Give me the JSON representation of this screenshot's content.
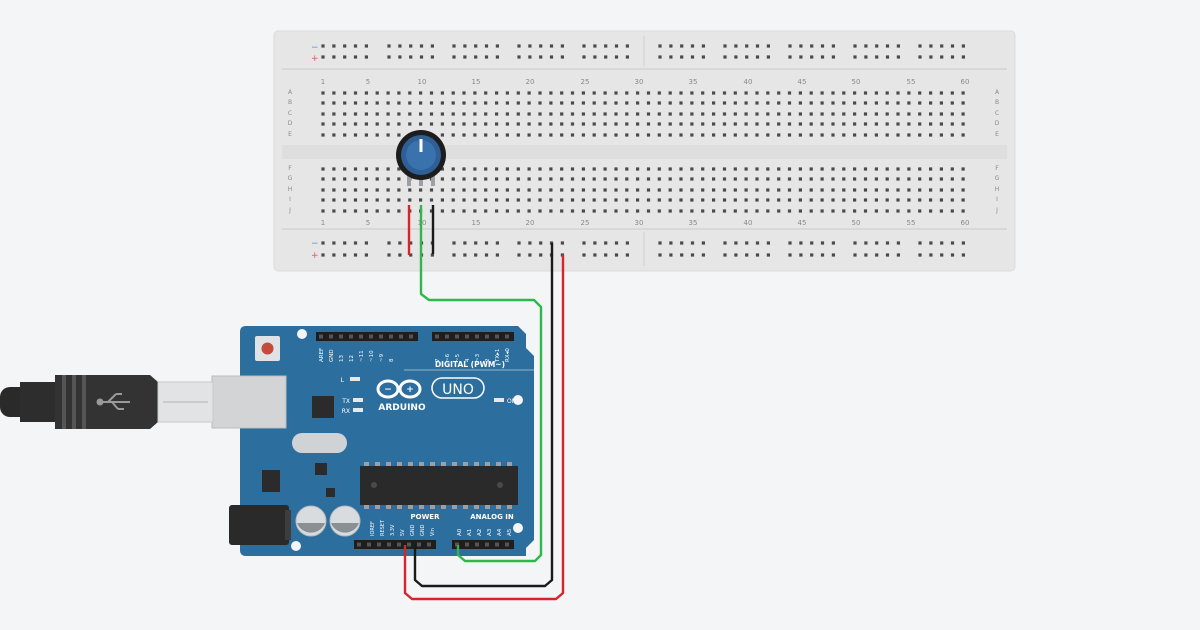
{
  "breadboard": {
    "column_labels": [
      "1",
      "5",
      "10",
      "15",
      "20",
      "25",
      "30",
      "35",
      "40",
      "45",
      "50",
      "55",
      "60"
    ],
    "row_labels_top": [
      "A",
      "B",
      "C",
      "D",
      "E"
    ],
    "row_labels_bottom": [
      "F",
      "G",
      "H",
      "I",
      "J"
    ],
    "rail_minus": "−",
    "rail_plus": "+"
  },
  "arduino": {
    "brand": "ARDUINO",
    "model": "UNO",
    "digital_label": "DIGITAL (PWM~)",
    "digital_pins": [
      "AREF",
      "GND",
      "13",
      "12",
      "~11",
      "~10",
      "~9",
      "8",
      "7",
      "~6",
      "~5",
      "4",
      "~3",
      "2",
      "TX▸1",
      "RX◂0"
    ],
    "power_label": "POWER",
    "power_pins": [
      "IOREF",
      "RESET",
      "3.3V",
      "5V",
      "GND",
      "GND",
      "Vin"
    ],
    "analog_label": "ANALOG IN",
    "analog_pins": [
      "A0",
      "A1",
      "A2",
      "A3",
      "A4",
      "A5"
    ],
    "led_labels": {
      "l": "L",
      "tx": "TX",
      "rx": "RX",
      "on": "ON"
    }
  },
  "colors": {
    "board_blue": "#2c6e9e",
    "wire_red": "#d8232a",
    "wire_green": "#2eb84b",
    "wire_black": "#1a1a1a",
    "breadboard": "#e6e6e6",
    "pot_knob": "#2f5f95"
  }
}
